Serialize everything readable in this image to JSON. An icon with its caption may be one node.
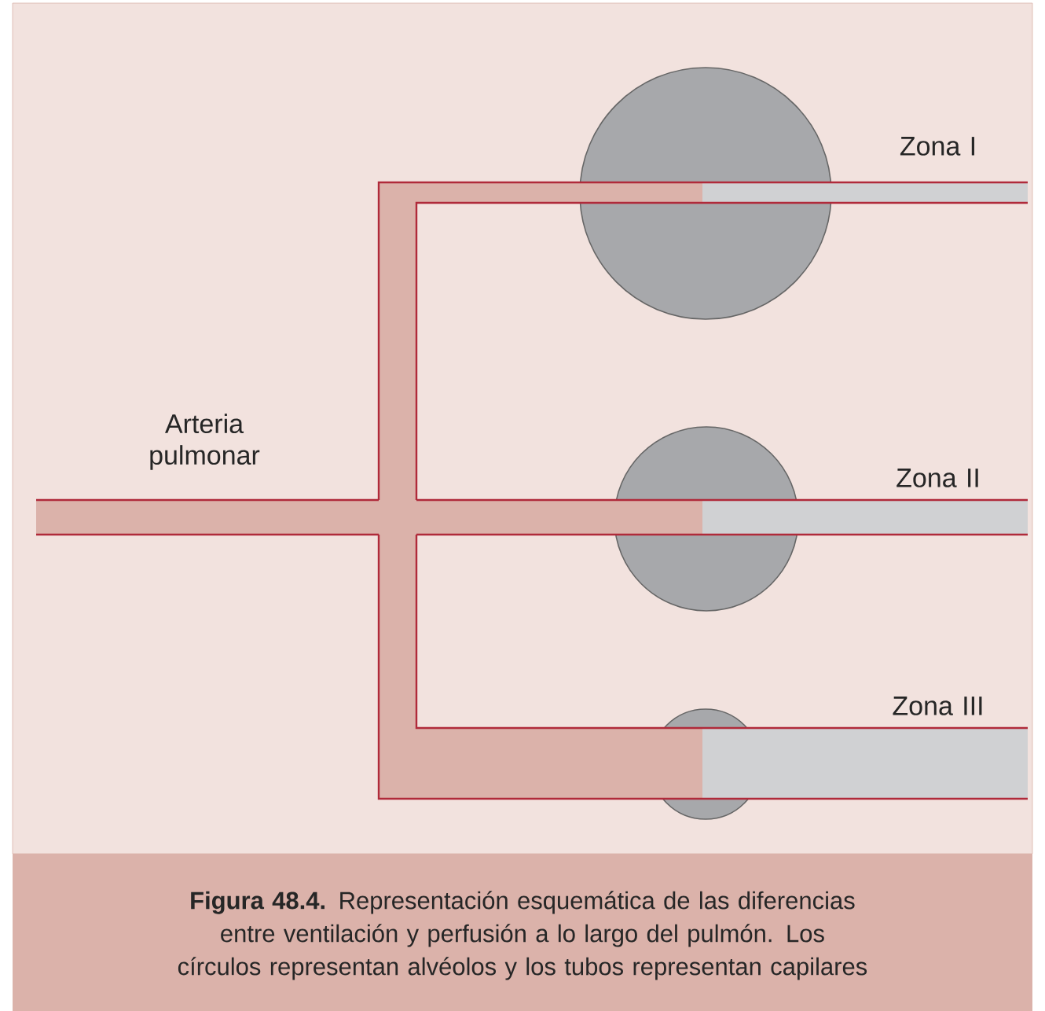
{
  "diagram": {
    "caption": "**Figura 48.4.** Representación esquemática de las diferencias entre ventilación y perfusión a lo largo del pulmón. Los círculos representan alvéolos y los tubos representan capilares",
    "labels": [
      "Zona I",
      "Arteria pulmonar",
      "Zona II",
      "Zona III"
    ]
  }
}
